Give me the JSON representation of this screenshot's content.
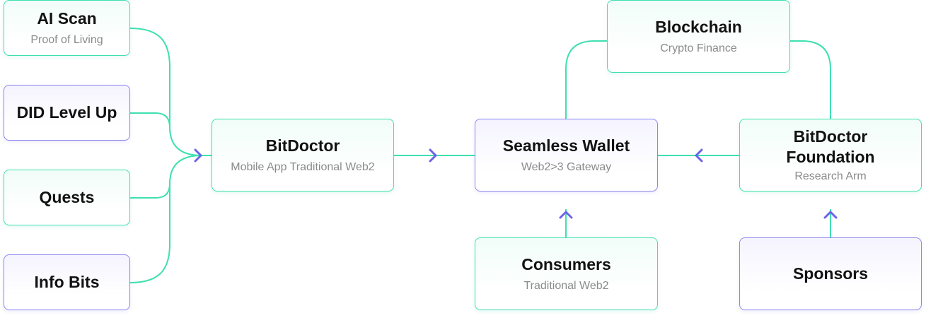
{
  "colors": {
    "connector": "#3fe0b0",
    "arrow": "#6b63e8",
    "green_border": "#3fe0b0",
    "purple_border": "#8b85ee"
  },
  "nodes": {
    "ai_scan": {
      "title": "AI Scan",
      "subtitle": "Proof of Living"
    },
    "did_level_up": {
      "title": "DID Level Up",
      "subtitle": ""
    },
    "quests": {
      "title": "Quests",
      "subtitle": ""
    },
    "info_bits": {
      "title": "Info Bits",
      "subtitle": ""
    },
    "bitdoctor": {
      "title": "BitDoctor",
      "subtitle": "Mobile App Traditional Web2"
    },
    "seamless_wallet": {
      "title": "Seamless Wallet",
      "subtitle": "Web2>3 Gateway"
    },
    "blockchain": {
      "title": "Blockchain",
      "subtitle": "Crypto Finance"
    },
    "foundation": {
      "title_line1": "BitDoctor",
      "title_line2": "Foundation",
      "subtitle": "Research Arm"
    },
    "consumers": {
      "title": "Consumers",
      "subtitle": "Traditional Web2"
    },
    "sponsors": {
      "title": "Sponsors",
      "subtitle": ""
    }
  }
}
